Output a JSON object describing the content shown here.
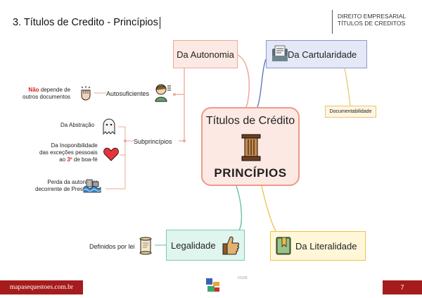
{
  "header": {
    "title": "3. Títulos de Credito - Princípios",
    "subject_line1": "DIREITO EMPRESARIAL",
    "subject_line2": "TÍTULOS DE CREDITOS"
  },
  "central": {
    "title": "Títulos de Crédito",
    "subtitle": "PRINCÍPIOS",
    "icon": "column-icon"
  },
  "branches": {
    "autonomia": "Da Autonomia",
    "cartularidade": "Da Cartularidade",
    "legalidade": "Legalidade",
    "literalidade": "Da Literalidade"
  },
  "autonomia": {
    "autosuficientes": "Autosuficientes",
    "subprincipios": "Subprincípios",
    "nao_word": "Não",
    "nao_rest": " depende de",
    "nao_line2": "outros documentos",
    "abstracao": "Da Abstração",
    "inoponib_line1": "Da Inoponibilidade",
    "inoponib_line2": "das exceções pessoais",
    "inoponib_line3_a": "ao ",
    "inoponib_line3_b": "3º",
    "inoponib_line3_c": " de boa-fé",
    "perda_line1": "Perda da autonomia",
    "perda_line2": "decorrente de Prescrição"
  },
  "cartularidade": {
    "documentabilidade": "Documentabilidade"
  },
  "legalidade": {
    "definidos": "Definidos por lei"
  },
  "footer": {
    "site": "mapasequestoes.com.br",
    "page": "7",
    "code": "01100"
  },
  "colors": {
    "autonomia": "#f0a898",
    "cartularidade": "#8e97cc",
    "legalidade": "#7fc8ad",
    "literalidade": "#f0c24c",
    "footer": "#a61c1c"
  }
}
